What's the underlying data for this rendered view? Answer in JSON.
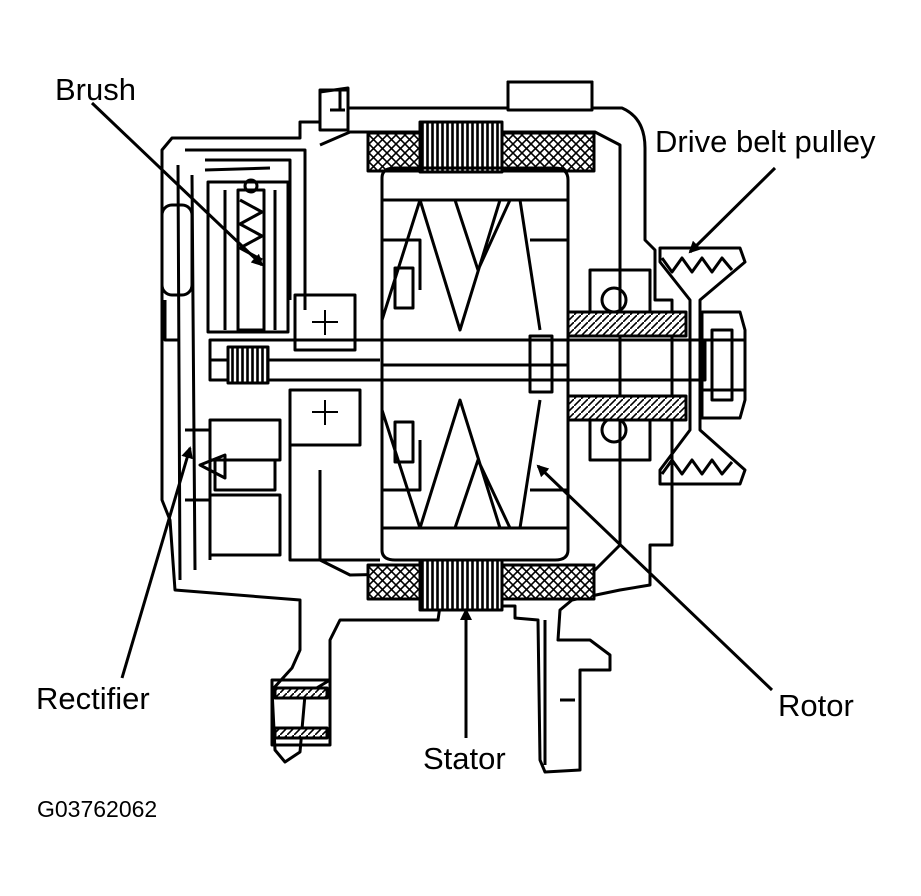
{
  "labels": {
    "brush": "Brush",
    "drive_belt_pulley": "Drive belt pulley",
    "rectifier": "Rectifier",
    "rotor": "Rotor",
    "stator": "Stator"
  },
  "figure_id": "G03762062"
}
